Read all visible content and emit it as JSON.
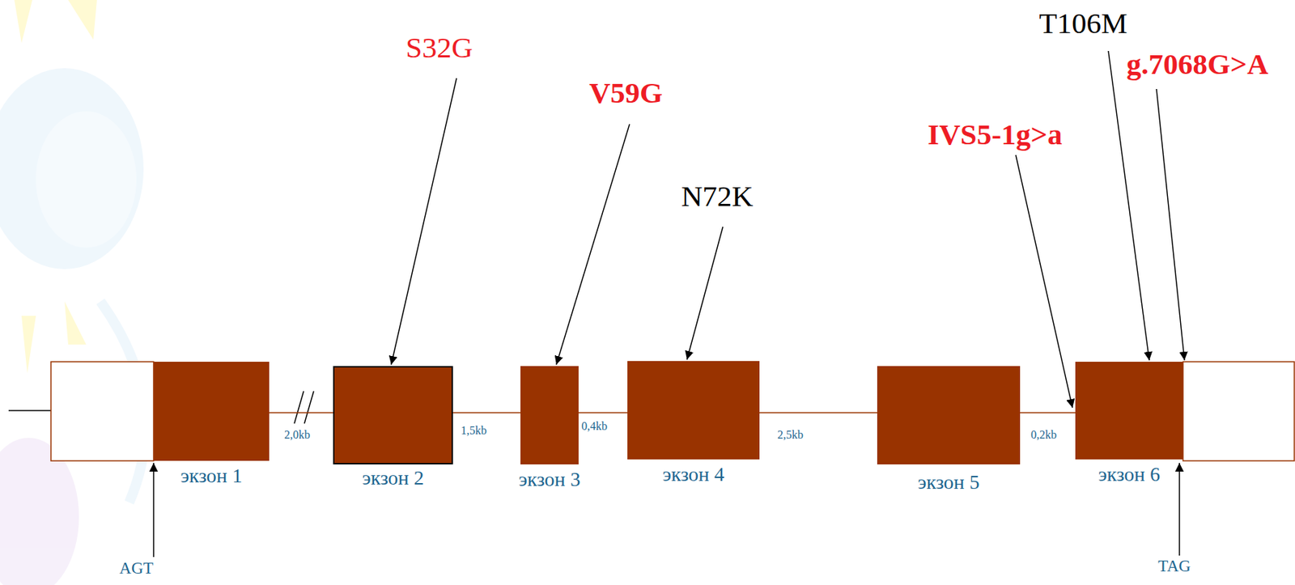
{
  "diagram": {
    "nodes": [
      {
        "text": [
          "экзон 1"
        ]
      },
      {
        "text": [
          "экзон 2"
        ]
      },
      {
        "text": [
          "экзон 3"
        ]
      },
      {
        "text": [
          "экзон 4"
        ]
      },
      {
        "text": [
          "экзон 5"
        ]
      },
      {
        "text": [
          "экзон 6"
        ]
      }
    ],
    "edges": [
      {
        "from": 0,
        "to": 1,
        "arrow": "none",
        "label": "2,0kb"
      },
      {
        "from": 1,
        "to": 2,
        "arrow": "none",
        "label": "1,5kb"
      },
      {
        "from": 2,
        "to": 3,
        "arrow": "none",
        "label": "0,4kb"
      },
      {
        "from": 3,
        "to": 4,
        "arrow": "none",
        "label": "2,5kb"
      },
      {
        "from": 4,
        "to": 5,
        "arrow": "none",
        "label": "0,2kb"
      }
    ],
    "labels": [
      "S32G",
      "V59G",
      "N72K",
      "IVS5-1g>a",
      "T106M",
      "g.7068G>A",
      "AGT",
      "TAG"
    ]
  }
}
